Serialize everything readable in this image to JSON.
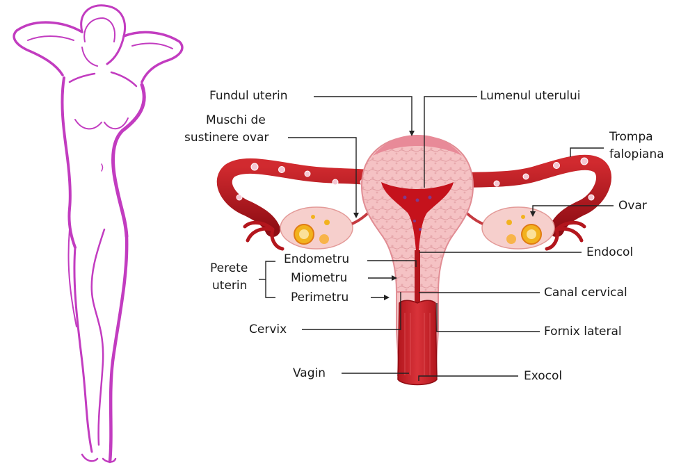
{
  "colors": {
    "silhouette": "#c23cc0",
    "tube": "#b3161d",
    "tube_dark": "#7e0a10",
    "uterus_wall": "#f3b8bb",
    "lumen": "#c5121c",
    "fundus": "#e88a98",
    "ovary": "#f5c8c5",
    "follicle": "#f2b21e",
    "leader": "#222222"
  },
  "icons": {
    "silhouette": "woman-silhouette-icon",
    "organ": "uterus-illustration"
  },
  "labels": {
    "fundul_uterin": "Fundul uterin",
    "lumenul_uterului": "Lumenul uterului",
    "muschi_line1": "Muschi de",
    "muschi_line2": "sustinere ovar",
    "trompa_line1": "Trompa",
    "trompa_line2": "falopiana",
    "ovar": "Ovar",
    "endocol": "Endocol",
    "perete_line1": "Perete",
    "perete_line2": "uterin",
    "endometru": "Endometru",
    "miometru": "Miometru",
    "perimetru": "Perimetru",
    "canal_cervical": "Canal cervical",
    "cervix": "Cervix",
    "fornix_lateral": "Fornix lateral",
    "vagin": "Vagin",
    "exocol": "Exocol"
  }
}
